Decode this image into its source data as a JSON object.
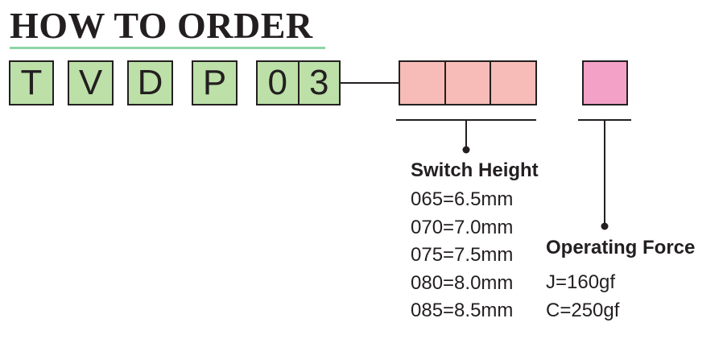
{
  "title": "HOW TO ORDER",
  "code": {
    "letters": [
      "T",
      "V",
      "D",
      "P"
    ],
    "number": [
      "0",
      "3"
    ]
  },
  "colors": {
    "code_box": "#bce0a8",
    "switch_height_box": "#f7bcb7",
    "operating_force_box": "#f3a1c7",
    "title_underline": "#8fd4a8"
  },
  "switch_height": {
    "title": "Switch Height",
    "options": [
      "065=6.5mm",
      "070=7.0mm",
      "075=7.5mm",
      "080=8.0mm",
      "085=8.5mm"
    ]
  },
  "operating_force": {
    "title": "Operating Force",
    "options": [
      "J=160gf",
      "C=250gf"
    ]
  }
}
